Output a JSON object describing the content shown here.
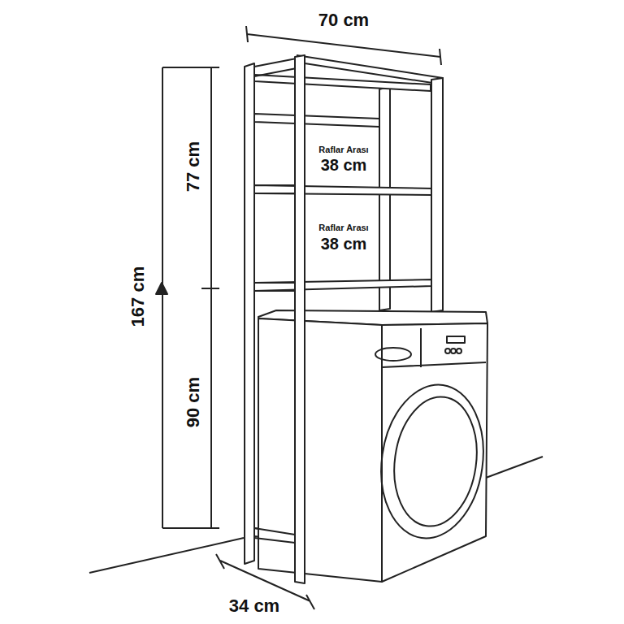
{
  "diagram": {
    "labels": [
      "70 cm",
      "77 cm",
      "167 cm",
      "90 cm",
      "34 cm",
      "Raflar Arası",
      "38 cm",
      "Raflar Arası",
      "38 cm"
    ]
  }
}
